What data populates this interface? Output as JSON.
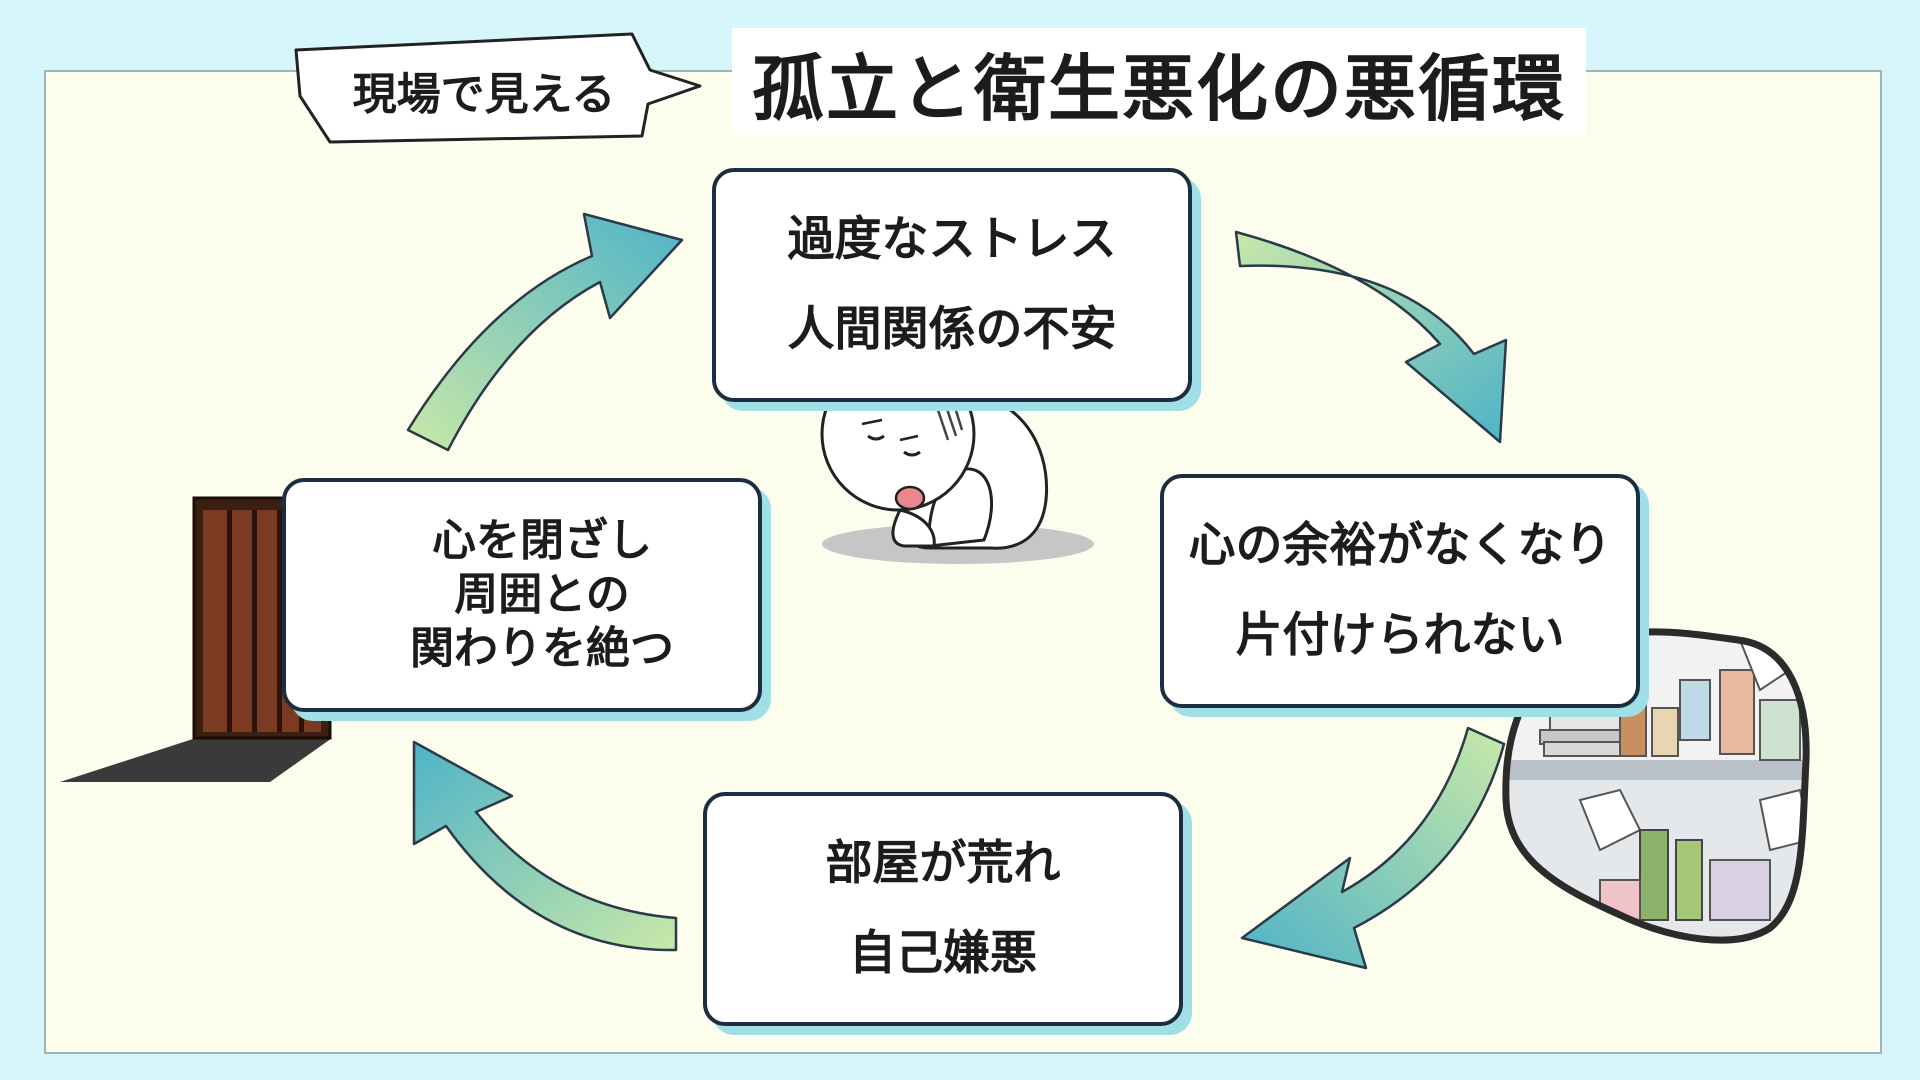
{
  "diagram": {
    "tag_label": "現場で見える",
    "title": "孤立と衛生悪化の悪循環",
    "nodes": {
      "top": [
        "過度なストレス",
        "人間関係の不安"
      ],
      "right": [
        "心の余裕がなくなり",
        "片付けられない"
      ],
      "bottom": [
        "部屋が荒れ",
        "自己嫌悪"
      ],
      "left": [
        "心を閉ざし",
        "周囲との",
        "関わりを絶つ"
      ]
    }
  },
  "colors": {
    "background": "#d7f6fb",
    "panel": "#fdfdee",
    "box_border": "#1d2d40",
    "box_shadow": "#9fdfe5",
    "arrow_start": "#c8e8a8",
    "arrow_end": "#4fb3c8"
  },
  "illustrations": [
    "crouching-person",
    "wooden-door",
    "cluttered-room"
  ]
}
